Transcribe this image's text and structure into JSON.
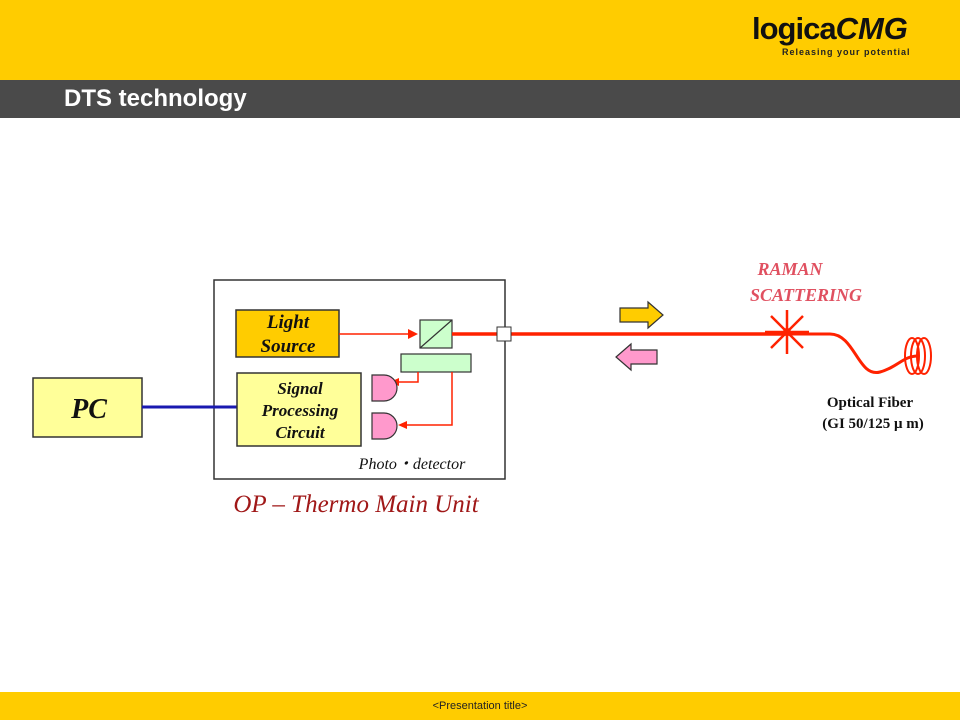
{
  "logo": {
    "wordmark_left": "logica",
    "wordmark_right": "CMG",
    "tagline": "Releasing your potential"
  },
  "slide": {
    "title": "DTS technology"
  },
  "footer": {
    "text": "<Presentation title>"
  },
  "diagram": {
    "pc_label": "PC",
    "light_source_line1": "Light",
    "light_source_line2": "Source",
    "signal_line1": "Signal",
    "signal_line2": "Processing",
    "signal_line3": "Circuit",
    "photo_detector": "Photo・detector",
    "main_unit": "OP – Thermo Main Unit",
    "raman_line1": "RAMAN",
    "raman_line2": "SCATTERING",
    "fiber_line1": "Optical Fiber",
    "fiber_line2": "(GI 50/125 μ m)",
    "colors": {
      "box_fill": "#FFFF99",
      "light_source_fill": "#FFCC00",
      "laser": "#FF2200",
      "pc_link": "#1A1AB0",
      "raman_text": "#E05060",
      "main_unit_text": "#A01818",
      "detector_fill": "#FF99CC",
      "splitter_fill": "#CCFFCC"
    }
  }
}
